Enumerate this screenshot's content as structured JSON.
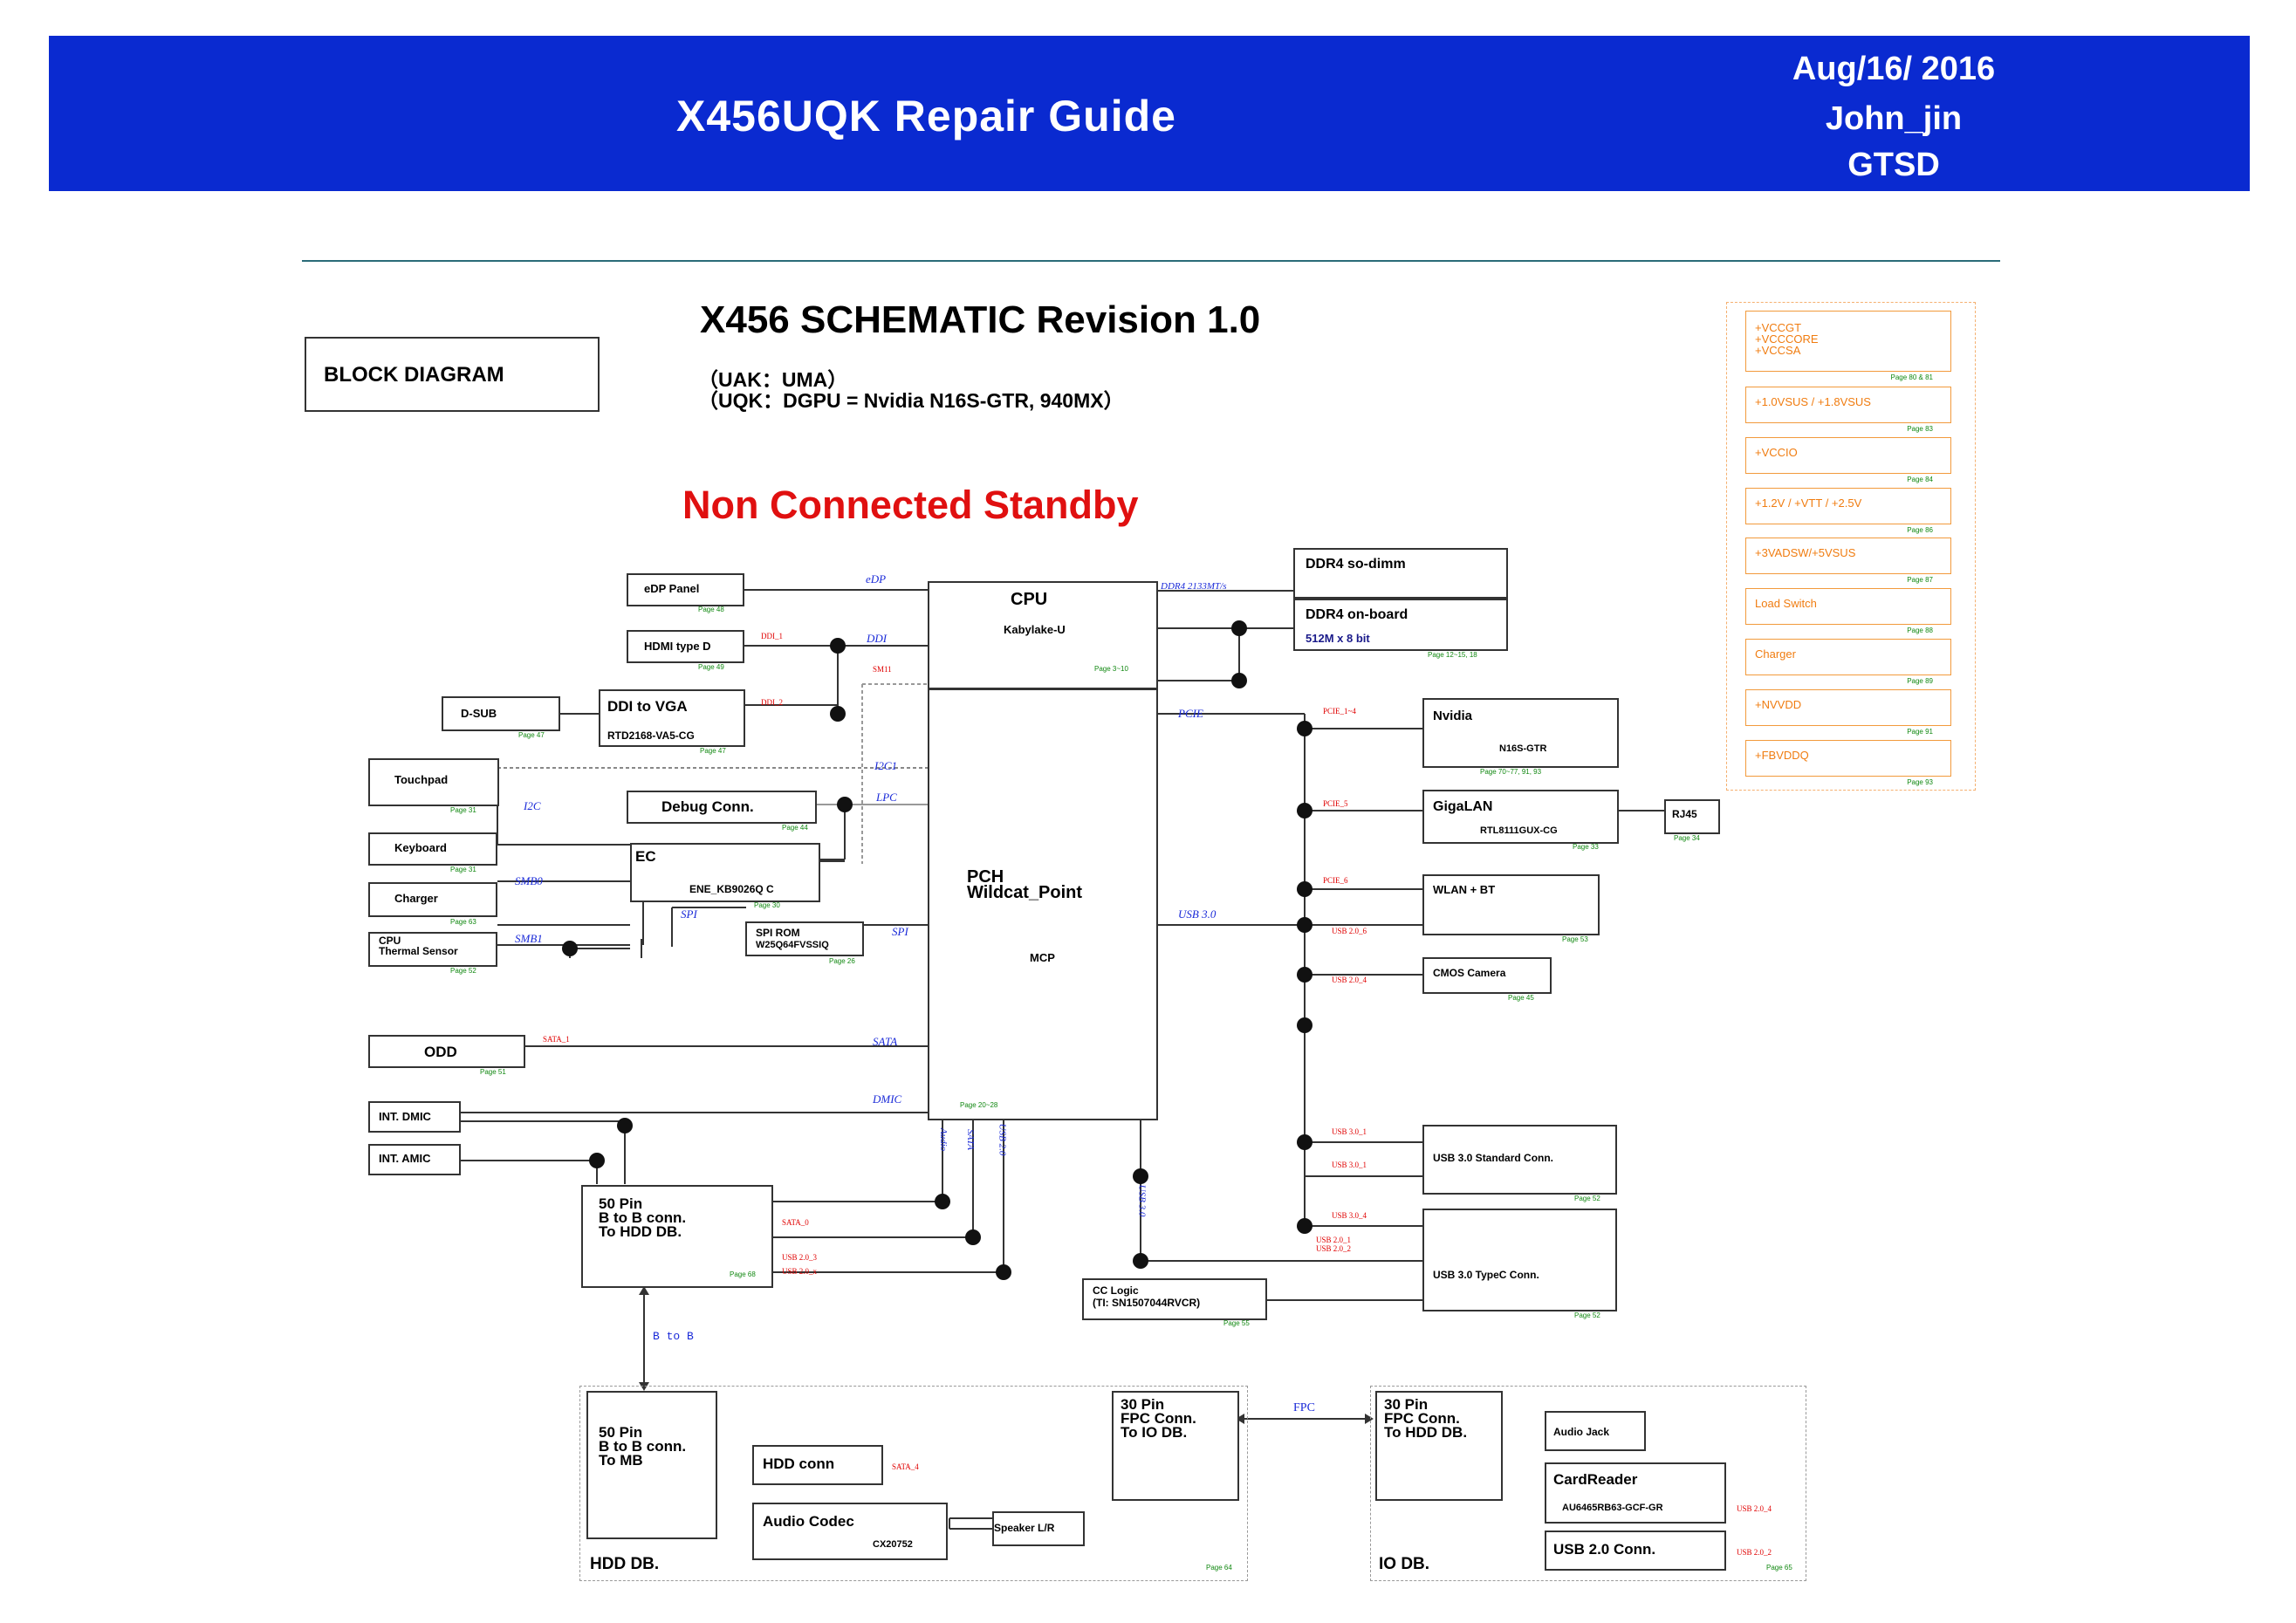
{
  "header": {
    "title": "X456UQK Repair Guide",
    "date": "Aug/16/ 2016",
    "author": "John_jin",
    "dept": "GTSD"
  },
  "doc": {
    "block_diagram": "BLOCK DIAGRAM",
    "schematic_title": "X456 SCHEMATIC Revision 1.0",
    "uak": "（UAK：UMA）",
    "uqk": "（UQK：DGPU = Nvidia N16S-GTR, 940MX）",
    "standby": "Non Connected Standby"
  },
  "blocks": {
    "edp_panel": "eDP Panel",
    "hdmi": "HDMI type D",
    "dsub": "D-SUB",
    "ddi_vga": "DDI to VGA",
    "ddi_vga_chip": "RTD2168-VA5-CG",
    "touchpad": "Touchpad",
    "debug": "Debug Conn.",
    "keyboard": "Keyboard",
    "charger": "Charger",
    "thermal1": "CPU",
    "thermal2": "Thermal Sensor",
    "ec": "EC",
    "ec_chip": "ENE_KB9026Q C",
    "spi_rom": "SPI ROM",
    "spi_rom_chip": "W25Q64FVSSIQ",
    "odd": "ODD",
    "dmic": "INT. DMIC",
    "amic": "INT. AMIC",
    "hdd50_1": "50 Pin",
    "hdd50_2": "B to B conn.",
    "hdd50_3": "To HDD DB.",
    "cpu": "CPU",
    "cpu_chip": "Kabylake-U",
    "pch1": "PCH",
    "pch2": "Wildcat_Point",
    "mcp": "MCP",
    "ddr4_dimm": "DDR4 so-dimm",
    "ddr4_onboard": "DDR4 on-board",
    "ddr4_spec": "512M x 8 bit",
    "nvidia": "Nvidia",
    "nvidia_chip": "N16S-GTR",
    "gigalan": "GigaLAN",
    "gigalan_chip": "RTL8111GUX-CG",
    "rj45": "RJ45",
    "wlan": "WLAN + BT",
    "camera": "CMOS Camera",
    "usb3_std": "USB 3.0 Standard Conn.",
    "usb3_typec": "USB 3.0 TypeC Conn.",
    "cc_logic1": "CC Logic",
    "cc_logic2": "(TI: SN1507044RVCR)",
    "btob": "B to B",
    "hdddb_50_1": "50 Pin",
    "hdddb_50_2": "B to B conn.",
    "hdddb_50_3": "To MB",
    "hdd_conn": "HDD conn",
    "audio_codec": "Audio Codec",
    "audio_chip": "CX20752",
    "speaker": "Speaker L/R",
    "hdd_db": "HDD DB.",
    "fpc_mb_1": "30 Pin",
    "fpc_mb_2": "FPC Conn.",
    "fpc_mb_3": "To IO DB.",
    "fpc": "FPC",
    "fpc_io_1": "30 Pin",
    "fpc_io_2": "FPC Conn.",
    "fpc_io_3": "To HDD DB.",
    "audio_jack": "Audio Jack",
    "cardreader": "CardReader",
    "cardreader_chip": "AU6465RB63-GCF-GR",
    "usb2": "USB 2.0 Conn.",
    "io_db": "IO DB."
  },
  "signals": {
    "edp": "eDP",
    "ddi": "DDI",
    "ddr4": "DDR4 2133MT/s",
    "pcie": "PCIE",
    "i2c1": "I2C1",
    "lpc": "LPC",
    "i2c": "I2C",
    "smb0": "SMB0",
    "smb1": "SMB1",
    "spi1": "SPI",
    "spi2": "SPI",
    "usb30": "USB 3.0",
    "sata": "SATA",
    "dmic": "DMIC",
    "audio": "Audio",
    "sata_v": "SATA",
    "usb_v": "USB 2.0",
    "usb30_v": "USB 3.0"
  },
  "red_labels": {
    "ddi1": "DDI_1",
    "sm11": "SM11",
    "ddi2": "DDI_2",
    "pcie14": "PCIE_1~4",
    "pcie5": "PCIE_5",
    "pcie6": "PCIE_6",
    "usb20_6": "USB 2.0_6",
    "usb20_4": "USB 2.0_4",
    "sata1": "SATA_1",
    "sata0": "SATA_0",
    "usb20_3": "USB 2.0_3",
    "usb20_x": "USB 2.0_x",
    "usb301": "USB 3.0_1",
    "usb301b": "USB 3.0_1",
    "usb30_4": "USB 3.0_4",
    "usb20_1": "USB 2.0_1",
    "usb20_2": "USB 2.0_2",
    "sata4": "SATA_4",
    "usb20_4b": "USB 2.0_4",
    "usb20_2b": "USB 2.0_2"
  },
  "pages": {
    "edp": "Page 48",
    "hdmi": "Page 49",
    "dsub": "Page 47",
    "vga": "Page 47",
    "touchpad": "Page 31",
    "debug": "Page 44",
    "keyboard": "Page 31",
    "charger": "Page 63",
    "thermal": "Page 52",
    "ec": "Page 30",
    "spi": "Page 26",
    "odd": "Page 51",
    "cpu": "Page 3~10",
    "pch": "Page 20~28",
    "ddr": "Page 12~15, 18",
    "nvidia": "Page 70~77, 91, 93",
    "lan": "Page 33",
    "rj45": "Page 34",
    "wlan": "Page 53",
    "camera": "Page 45",
    "usb_std": "Page 52",
    "usb_c": "Page 52",
    "cc": "Page 55",
    "hdd50": "Page 68",
    "hdddb": "Page 64",
    "iodb": "Page 65"
  },
  "power_rails": [
    {
      "label": "+VCCGT\n+VCCCORE\n+VCCSA",
      "page": "Page 80 & 81"
    },
    {
      "label": "+1.0VSUS / +1.8VSUS",
      "page": "Page 83"
    },
    {
      "label": "+VCCIO",
      "page": "Page 84"
    },
    {
      "label": "+1.2V / +VTT / +2.5V",
      "page": "Page 86"
    },
    {
      "label": "+3VADSW/+5VSUS",
      "page": "Page 87"
    },
    {
      "label": "Load Switch",
      "page": "Page 88"
    },
    {
      "label": "Charger",
      "page": "Page 89"
    },
    {
      "label": "+NVVDD",
      "page": "Page 91"
    },
    {
      "label": "+FBVDDQ",
      "page": "Page 93"
    }
  ],
  "colors": {
    "banner": "#0a2ad0",
    "standby": "#e01010",
    "rail": "#f07c10",
    "signal": "#1a2ad8"
  }
}
